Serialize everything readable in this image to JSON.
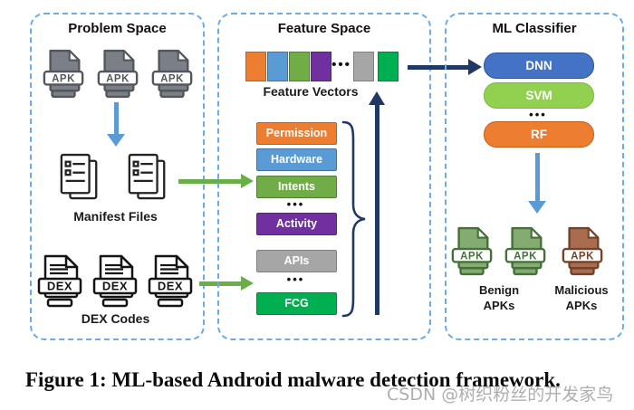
{
  "palette": {
    "panel_border": "#6CACE4",
    "blue_arrow": "#5B9BD5",
    "green_arrow": "#6AAE47",
    "navy_arrow": "#1F3864",
    "apk_gray": "#7B8086",
    "apk_benign_green": "#84AC72",
    "apk_malicious_brown": "#A96C4F"
  },
  "problem_space": {
    "title": "Problem Space",
    "apk_icon_label": "APK",
    "manifest_files_label": "Manifest Files",
    "dex_icon_label": "DEX",
    "dex_codes_label": "DEX Codes"
  },
  "feature_space": {
    "title": "Feature Space",
    "feature_vectors_label": "Feature Vectors",
    "ellipsis": "•••",
    "squares": [
      {
        "name": "orange",
        "color": "#ED7D31",
        "border": "#C55F16"
      },
      {
        "name": "blue",
        "color": "#5B9BD5",
        "border": "#41719C"
      },
      {
        "name": "green",
        "color": "#70AD47",
        "border": "#507E32"
      },
      {
        "name": "purple",
        "color": "#7030A0",
        "border": "#54257A"
      },
      {
        "name": "gray",
        "color": "#A6A6A6",
        "border": "#808080"
      },
      {
        "name": "bright-green",
        "color": "#00B050",
        "border": "#00843C"
      }
    ],
    "boxes": [
      {
        "label": "Permission",
        "color": "#ED7D31",
        "border": "#C55F16"
      },
      {
        "label": "Hardware",
        "color": "#5B9BD5",
        "border": "#41719C"
      },
      {
        "label": "Intents",
        "color": "#70AD47",
        "border": "#507E32"
      },
      {
        "label": "Activity",
        "color": "#7030A0",
        "border": "#54257A"
      },
      {
        "label": "APIs",
        "color": "#A6A6A6",
        "border": "#808080"
      },
      {
        "label": "FCG",
        "color": "#00B050",
        "border": "#00843C"
      }
    ]
  },
  "ml_classifier": {
    "title": "ML Classifier",
    "ellipsis": "•••",
    "classifiers": [
      {
        "label": "DNN",
        "color": "#4472C4",
        "border": "#2F5597"
      },
      {
        "label": "SVM",
        "color": "#92D050",
        "border": "#7BB83B"
      },
      {
        "label": "RF",
        "color": "#ED7D31",
        "border": "#C55F16"
      }
    ],
    "apk_icon_label": "APK",
    "benign_label": "Benign APKs",
    "malicious_label": "Malicious APKs"
  },
  "caption": "Figure 1: ML-based Android malware detection framework.",
  "watermark": "CSDN @树织粉丝的开发家鸟"
}
